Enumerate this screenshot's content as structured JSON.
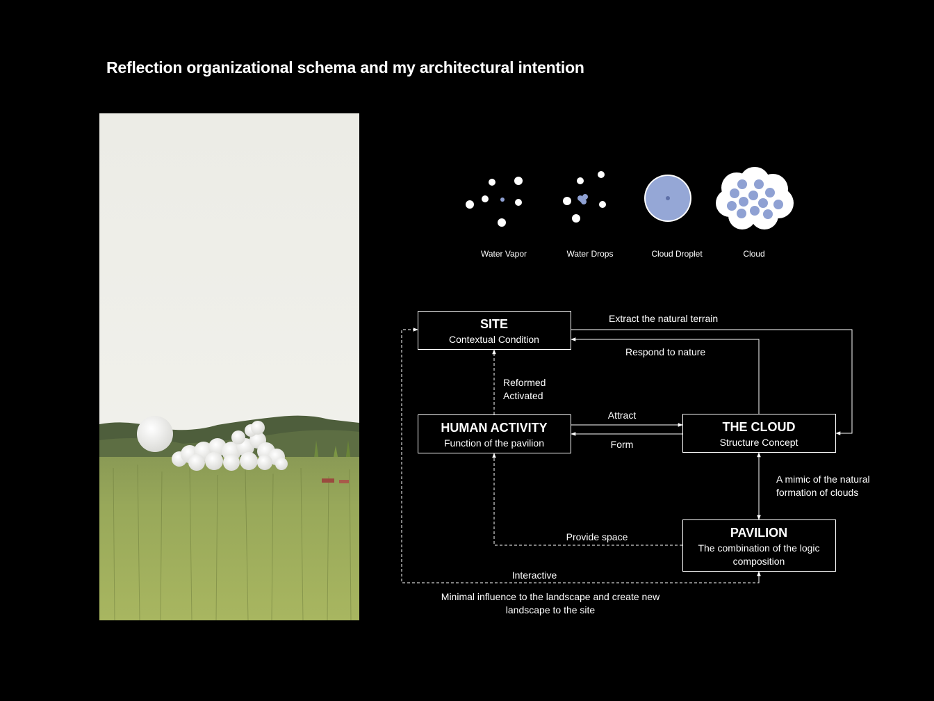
{
  "title": "Reflection organizational schema and my architectural intention",
  "stages": [
    {
      "label": "Water Vapor"
    },
    {
      "label": "Water Drops"
    },
    {
      "label": "Cloud Droplet"
    },
    {
      "label": "Cloud"
    }
  ],
  "nodes": {
    "site": {
      "title": "SITE",
      "subtitle": "Contextual Condition"
    },
    "human": {
      "title": "HUMAN ACTIVITY",
      "subtitle": "Function of the pavilion"
    },
    "cloud": {
      "title": "THE CLOUD",
      "subtitle": "Structure  Concept"
    },
    "pavilion": {
      "title": "PAVILION",
      "subtitle_line1": "The combination of the logic",
      "subtitle_line2": "composition"
    }
  },
  "edges": {
    "extract": "Extract the natural terrain",
    "respond": "Respond to nature",
    "reformed": "Reformed",
    "activated": "Activated",
    "attract": "Attract",
    "form": "Form",
    "mimic_line1": "A mimic of the natural",
    "mimic_line2": "formation of clouds",
    "provide": "Provide space",
    "interactive": "Interactive",
    "minimal_line1": "Minimal influence to the landscape and create new",
    "minimal_line2": "landscape to the site"
  },
  "colors": {
    "background": "#000000",
    "droplet_blue": "#95a7d6",
    "line": "#ffffff"
  }
}
